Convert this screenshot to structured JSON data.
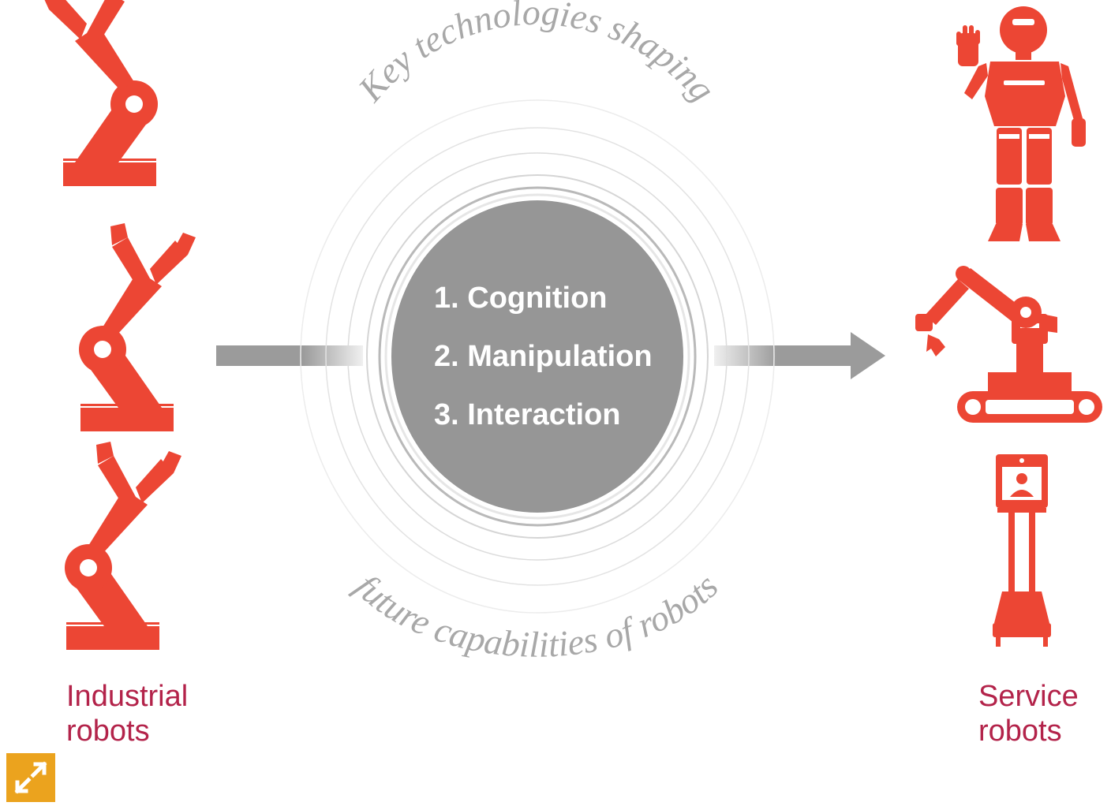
{
  "colors": {
    "robot": "#ec4634",
    "label": "#b3234a",
    "arrow": "#9b9b9b",
    "hub": "#969696",
    "arc_text": "#a8a8a8",
    "button": "#eba31e"
  },
  "arc_text": {
    "top": "Key technologies shaping",
    "bottom": "future capabilities of robots"
  },
  "hub": {
    "items": [
      "1. Cognition",
      "2. Manipulation",
      "3. Interaction"
    ]
  },
  "left_group": {
    "label_line1": "Industrial",
    "label_line2": "robots",
    "icons": [
      "industrial-robot-arm-icon",
      "industrial-robot-arm-icon",
      "industrial-robot-arm-icon"
    ]
  },
  "right_group": {
    "label_line1": "Service",
    "label_line2": "robots",
    "icons": [
      "humanoid-robot-icon",
      "tracked-robot-arm-icon",
      "telepresence-robot-icon"
    ]
  },
  "expand_button": {
    "icon": "expand-arrows-icon"
  }
}
